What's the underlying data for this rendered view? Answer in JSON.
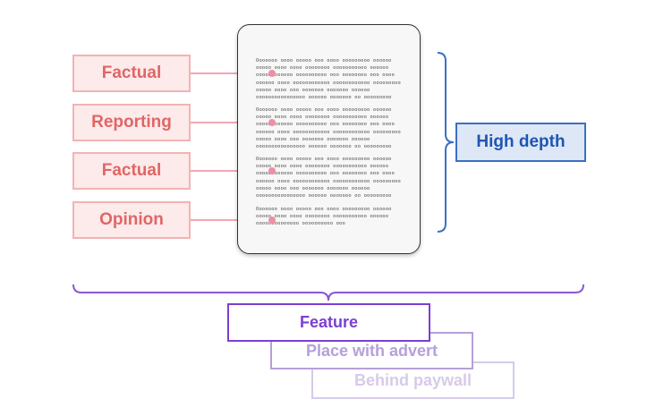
{
  "labels": [
    {
      "text": "Factual"
    },
    {
      "text": "Reporting"
    },
    {
      "text": "Factual"
    },
    {
      "text": "Opinion"
    }
  ],
  "document": {
    "paragraphs": [
      "Ooooooo oooo ooooo ooo oooo ooooooooo oooooo\nooooo oooo oooo oooooooo ooooooooooo oooooo\noooooooooooo oooooooooo ooo oooooooo ooo oooo\noooooo oooo oooooooooooo oooooooooooo ooooooooo\nooooo oooo ooo ooooooo ooooooo oooooo\noooooooooooooooo oooooo ooooooo oo ooooooooo",
      "Ooooooo oooo ooooo ooo oooo ooooooooo oooooo\nooooo oooo oooo oooooooo ooooooooooo oooooo\noooooooooooo oooooooooo ooo oooooooo ooo oooo\noooooo oooo oooooooooooo oooooooooooo ooooooooo\nooooo oooo ooo ooooooo ooooooo oooooo\noooooooooooooooo oooooo ooooooo oo ooooooooo",
      "Ooooooo oooo ooooo ooo oooo ooooooooo oooooo\nooooo oooo oooo oooooooo ooooooooooo oooooo\noooooooooooo oooooooooo ooo oooooooo ooo oooo\noooooo oooo oooooooooooo oooooooooooo ooooooooo\nooooo oooo ooo ooooooo ooooooo oooooo\noooooooooooooooo oooooo ooooooo oo ooooooooo",
      "Ooooooo oooo ooooo ooo oooo ooooooooo oooooo\nooooo oooo oooo oooooooo ooooooooooo oooooo\noooooooooooooo oooooooooo ooo"
    ]
  },
  "depth": {
    "text": "High depth"
  },
  "stack": [
    {
      "text": "Feature"
    },
    {
      "text": "Place with advert"
    },
    {
      "text": "Behind paywall"
    }
  ],
  "colors": {
    "label_text": "#e06666",
    "label_border": "#f3b3b3",
    "label_fill": "#fdeaea",
    "connector": "#f2a7b5",
    "connector_dot": "#ef8fa3",
    "depth_border": "#3b6fc4",
    "depth_text": "#1f56b3",
    "depth_fill": "#dde7f6",
    "brace_blue": "#3b6fc4",
    "brace_purple": "#8a57d1",
    "stack_primary": "#7b3fd0",
    "stack_secondary": "#b5a0da",
    "stack_tertiary": "#d6cbea"
  }
}
